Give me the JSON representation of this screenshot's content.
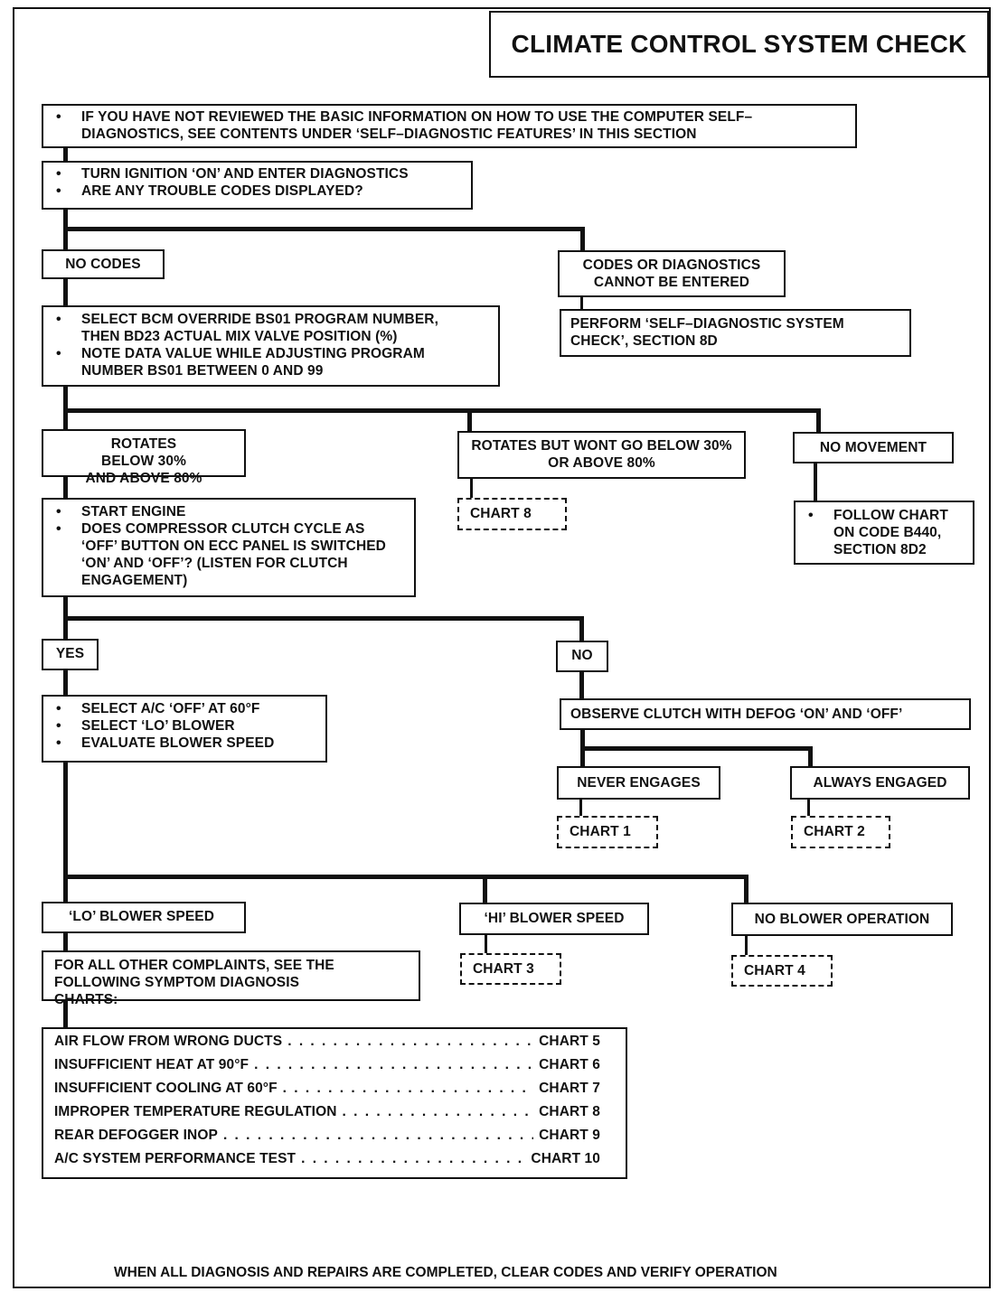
{
  "title": "CLIMATE CONTROL SYSTEM CHECK",
  "boxes": {
    "intro": [
      "IF YOU HAVE NOT REVIEWED THE BASIC INFORMATION ON HOW TO USE THE COMPUTER SELF–DIAGNOSTICS, SEE CONTENTS UNDER ‘SELF–DIAGNOSTIC FEATURES’ IN THIS SECTION"
    ],
    "ignition": [
      "TURN IGNITION ‘ON’ AND ENTER DIAGNOSTICS",
      "ARE ANY TROUBLE CODES DISPLAYED?"
    ],
    "no_codes": "NO CODES",
    "codes_not_entered": "CODES OR DIAGNOSTICS CANNOT BE ENTERED",
    "perform_check": "PERFORM  ‘SELF–DIAGNOSTIC SYSTEM CHECK’, SECTION 8D",
    "select_bcm": [
      "SELECT BCM OVERRIDE BS01 PROGRAM NUMBER, THEN BD23 ACTUAL MIX VALVE POSITION (%)",
      "NOTE DATA VALUE WHILE ADJUSTING PROGRAM NUMBER BS01 BETWEEN 0 AND 99"
    ],
    "rotates_below": "ROTATES BELOW 30% AND ABOVE 80%",
    "rotates_wont": "ROTATES BUT WONT GO BELOW 30% OR ABOVE 80%",
    "no_movement": "NO MOVEMENT",
    "chart8": "CHART 8",
    "follow_chart": [
      "FOLLOW CHART ON CODE B440, SECTION 8D2"
    ],
    "start_engine": [
      "START ENGINE",
      "DOES COMPRESSOR CLUTCH CYCLE AS ‘OFF’ BUTTON ON ECC PANEL IS SWITCHED ‘ON’ AND ‘OFF’? (LISTEN FOR CLUTCH ENGAGEMENT)"
    ],
    "yes": "YES",
    "no": "NO",
    "select_ac": [
      "SELECT A/C ‘OFF’ AT 60°F",
      "SELECT ‘LO’ BLOWER",
      "EVALUATE BLOWER SPEED"
    ],
    "observe_clutch": "OBSERVE CLUTCH WITH DEFOG ‘ON’ AND ‘OFF’",
    "never_engages": "NEVER ENGAGES",
    "always_engaged": "ALWAYS ENGAGED",
    "chart1": "CHART 1",
    "chart2": "CHART 2",
    "lo_blower": "‘LO’ BLOWER SPEED",
    "hi_blower": "‘HI’ BLOWER SPEED",
    "no_blower": "NO BLOWER OPERATION",
    "chart3": "CHART 3",
    "chart4": "CHART 4",
    "other_complaints": "FOR ALL OTHER COMPLAINTS, SEE THE FOLLOWING SYMPTOM DIAGNOSIS CHARTS:"
  },
  "symptom_charts": [
    {
      "label": "AIR FLOW FROM WRONG DUCTS",
      "chart": "CHART 5"
    },
    {
      "label": "INSUFFICIENT HEAT AT 90°F",
      "chart": "CHART 6"
    },
    {
      "label": "INSUFFICIENT COOLING AT 60°F",
      "chart": "CHART 7"
    },
    {
      "label": "IMPROPER TEMPERATURE REGULATION",
      "chart": "CHART 8"
    },
    {
      "label": "REAR DEFOGGER INOP",
      "chart": "CHART 9"
    },
    {
      "label": "A/C SYSTEM PERFORMANCE TEST",
      "chart": "CHART 10"
    }
  ],
  "footer": "WHEN ALL DIAGNOSIS AND REPAIRS ARE COMPLETED, CLEAR CODES AND VERIFY OPERATION"
}
